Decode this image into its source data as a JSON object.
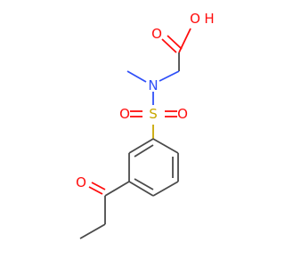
{
  "molecule": {
    "atoms": {
      "hydroxyl_oxygen": "O",
      "hydroxyl_hydrogen": "H",
      "carboxyl_oxygen": "O",
      "nitrogen": "N",
      "sulfur": "S",
      "sulfonyl_oxygen_left": "O",
      "sulfonyl_oxygen_right": "O",
      "ketone_oxygen": "O"
    }
  },
  "colors": {
    "oxygen": "#ff0d0d",
    "nitrogen": "#3050f8",
    "sulfur": "#c8a800",
    "carbon_bond": "#4a4a4a"
  }
}
